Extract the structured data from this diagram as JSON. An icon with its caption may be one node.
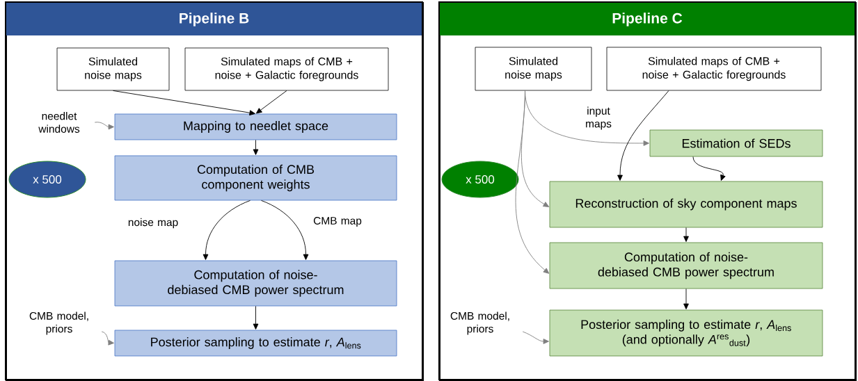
{
  "diagram": {
    "nodes": [
      {
        "text": [
          "Pipeline B"
        ]
      },
      {
        "text": [
          "Simulated noise maps"
        ],
        "in": 0
      },
      {
        "text": [
          "Simulated maps of CMB + noise + Galactic foregrounds"
        ],
        "in": 0
      },
      {
        "text": [
          "needlet windows"
        ],
        "in": 0
      },
      {
        "text": [
          "Mapping to needlet space"
        ],
        "in": 0
      },
      {
        "text": [
          "Computation of CMB component weights"
        ],
        "in": 0
      },
      {
        "text": [
          "x 500"
        ],
        "in": 0
      },
      {
        "text": [
          "Computation of noise-debiased CMB power spectrum"
        ],
        "in": 0
      },
      {
        "text": [
          "CMB model, priors"
        ],
        "in": 0
      },
      {
        "text": [
          "Posterior sampling to estimate *r*, *A*$_{lens}$"
        ],
        "in": 0
      },
      {
        "text": [
          "Pipeline C"
        ]
      },
      {
        "text": [
          "Simulated noise maps"
        ],
        "in": 10
      },
      {
        "text": [
          "Simulated maps of CMB + noise + Galactic foregrounds"
        ],
        "in": 10
      },
      {
        "text": [
          "Estimation of SEDs"
        ],
        "in": 10
      },
      {
        "text": [
          "x 500"
        ],
        "in": 10
      },
      {
        "text": [
          "Reconstruction of sky component maps"
        ],
        "in": 10
      },
      {
        "text": [
          "Computation of noise-debiased CMB power spectrum"
        ],
        "in": 10
      },
      {
        "text": [
          "CMB model, priors"
        ],
        "in": 10
      },
      {
        "text": [
          "Posterior sampling to estimate *r*, *A*$_{lens}$",
          "(and optionally *A*$^{res}$$_{dust}$)"
        ],
        "in": 10
      }
    ],
    "edges": [
      {
        "from": 1,
        "to": 4,
        "arrow": "to"
      },
      {
        "from": 2,
        "to": 4,
        "arrow": "to"
      },
      {
        "from": 3,
        "to": 4,
        "arrow": "to",
        "color": "#808080"
      },
      {
        "from": 4,
        "to": 5,
        "arrow": "to"
      },
      {
        "from": 5,
        "to": 7,
        "arrow": "to",
        "label": "noise map"
      },
      {
        "from": 5,
        "to": 7,
        "arrow": "to",
        "label": "CMB map"
      },
      {
        "from": 7,
        "to": 9,
        "arrow": "to"
      },
      {
        "from": 8,
        "to": 9,
        "arrow": "to",
        "color": "#808080"
      },
      {
        "from": 11,
        "to": 13,
        "arrow": "to",
        "color": "#808080",
        "label": "input maps"
      },
      {
        "from": 11,
        "to": 15,
        "arrow": "to",
        "color": "#808080"
      },
      {
        "from": 11,
        "to": 16,
        "arrow": "to",
        "color": "#808080"
      },
      {
        "from": 12,
        "to": 15,
        "arrow": "to"
      },
      {
        "from": 13,
        "to": 15,
        "arrow": "to"
      },
      {
        "from": 15,
        "to": 16,
        "arrow": "to"
      },
      {
        "from": 16,
        "to": 18,
        "arrow": "to"
      },
      {
        "from": 17,
        "to": 18,
        "arrow": "to",
        "color": "#808080"
      }
    ]
  }
}
